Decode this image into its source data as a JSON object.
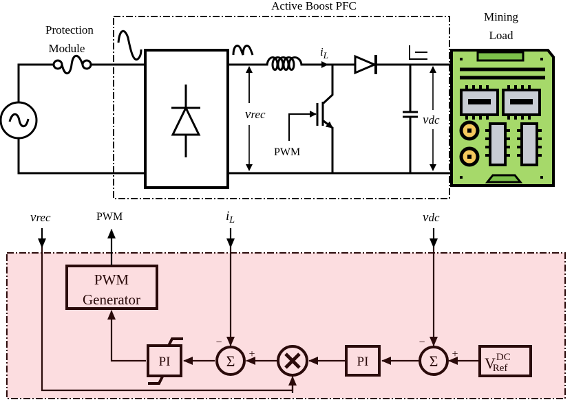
{
  "diagram": {
    "title": "Active Boost PFC with Mining Load and Control Loop",
    "power_stage": {
      "group_label": "Active Boost PFC",
      "protection_label_line1": "Protection",
      "protection_label_line2": "Module",
      "load_label_line1": "Mining",
      "load_label_line2": "Load",
      "v_rec_label": "v",
      "v_rec_sub": "rec",
      "i_l_label": "i",
      "i_l_sub": "L",
      "v_dc_label": "v",
      "v_dc_sub": "dc",
      "pwm_label": "PWM",
      "components": [
        "ac-source",
        "fuse",
        "bridge-rectifier",
        "boost-inductor",
        "igbt-switch",
        "boost-diode",
        "dc-link-capacitor",
        "mining-board"
      ]
    },
    "control": {
      "signals": {
        "v_rec": {
          "main": "v",
          "sub": "rec"
        },
        "pwm": "PWM",
        "i_l": {
          "main": "i",
          "sub": "L"
        },
        "v_dc": {
          "main": "v",
          "sub": "dc"
        }
      },
      "pwm_generator_line1": "PWM",
      "pwm_generator_line2": "Generator",
      "current_pi_label": "PI",
      "voltage_pi_label": "PI",
      "sum_symbol": "Σ",
      "minus_sign": "−",
      "plus_sign": "+",
      "multiplier_symbol": "×",
      "vref_main": "V",
      "vref_sup": "DC",
      "vref_sub": "Ref"
    },
    "colors": {
      "control_background": "#fcdde0",
      "control_stroke": "#2a0a0a",
      "board_green": "#a6d96a",
      "board_green_dark": "#7cc04a",
      "chip_gray": "#c8ccd4",
      "pad_yellow": "#f4c95d"
    }
  }
}
